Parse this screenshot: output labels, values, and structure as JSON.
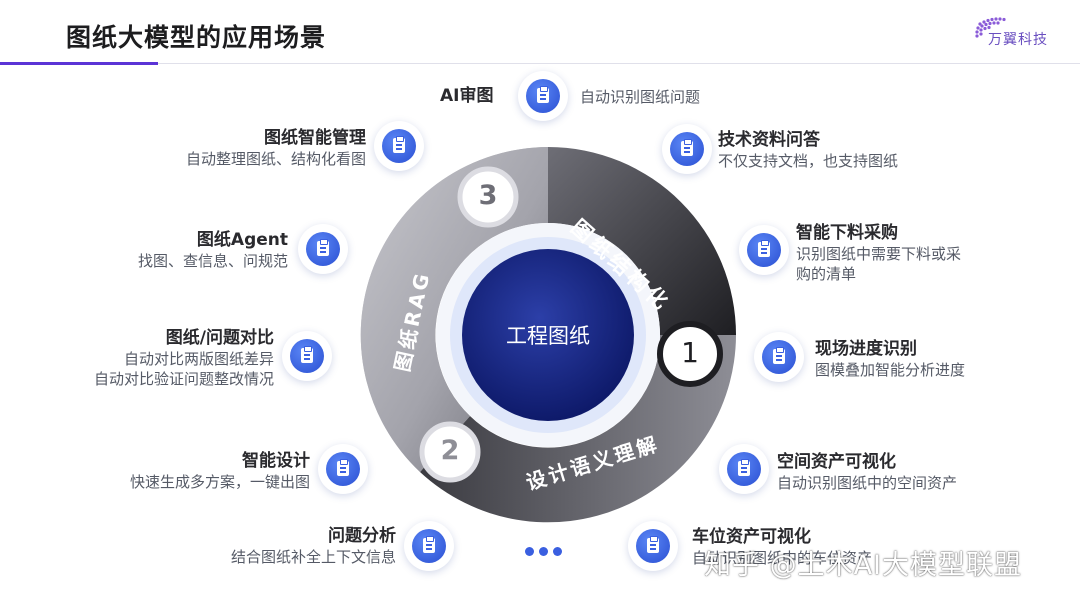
{
  "page": {
    "title": "图纸大模型的应用场景"
  },
  "logo": {
    "text": "万翼科技"
  },
  "hub": {
    "center_label": "工程图纸",
    "segments": [
      {
        "number": "1",
        "label": "图纸结构化"
      },
      {
        "number": "2",
        "label": "设计语义理解"
      },
      {
        "number": "3",
        "label": "图纸RAG"
      }
    ]
  },
  "scenarios": [
    {
      "name": "AI审图",
      "desc": [
        "自动识别图纸问题"
      ]
    },
    {
      "name": "技术资料问答",
      "desc": [
        "不仅支持文档，也支持图纸"
      ]
    },
    {
      "name": "智能下料采购",
      "desc": [
        "识别图纸中需要下料或采",
        "购的清单"
      ]
    },
    {
      "name": "现场进度识别",
      "desc": [
        "图模叠加智能分析进度"
      ]
    },
    {
      "name": "空间资产可视化",
      "desc": [
        "自动识别图纸中的空间资产"
      ]
    },
    {
      "name": "车位资产可视化",
      "desc": [
        "自动识别图纸中的车位资产"
      ]
    },
    {
      "name": "图纸智能管理",
      "desc": [
        "自动整理图纸、结构化看图"
      ]
    },
    {
      "name": "图纸Agent",
      "desc": [
        "找图、查信息、问规范"
      ]
    },
    {
      "name": "图纸/问题对比",
      "desc": [
        "自动对比两版图纸差异",
        "自动对比验证问题整改情况"
      ]
    },
    {
      "name": "智能设计",
      "desc": [
        "快速生成多方案，一键出图"
      ]
    },
    {
      "name": "问题分析",
      "desc": [
        "结合图纸补全上下文信息"
      ]
    }
  ],
  "watermark": "知乎 @土木AI大模型联盟",
  "icons": {
    "scenario": "clipboard-icon",
    "more": "ellipsis-icon"
  },
  "colors": {
    "accent": "#5b34d6",
    "hub_blue": "#1a2c8a",
    "icon_blue": "#3a60e0"
  }
}
